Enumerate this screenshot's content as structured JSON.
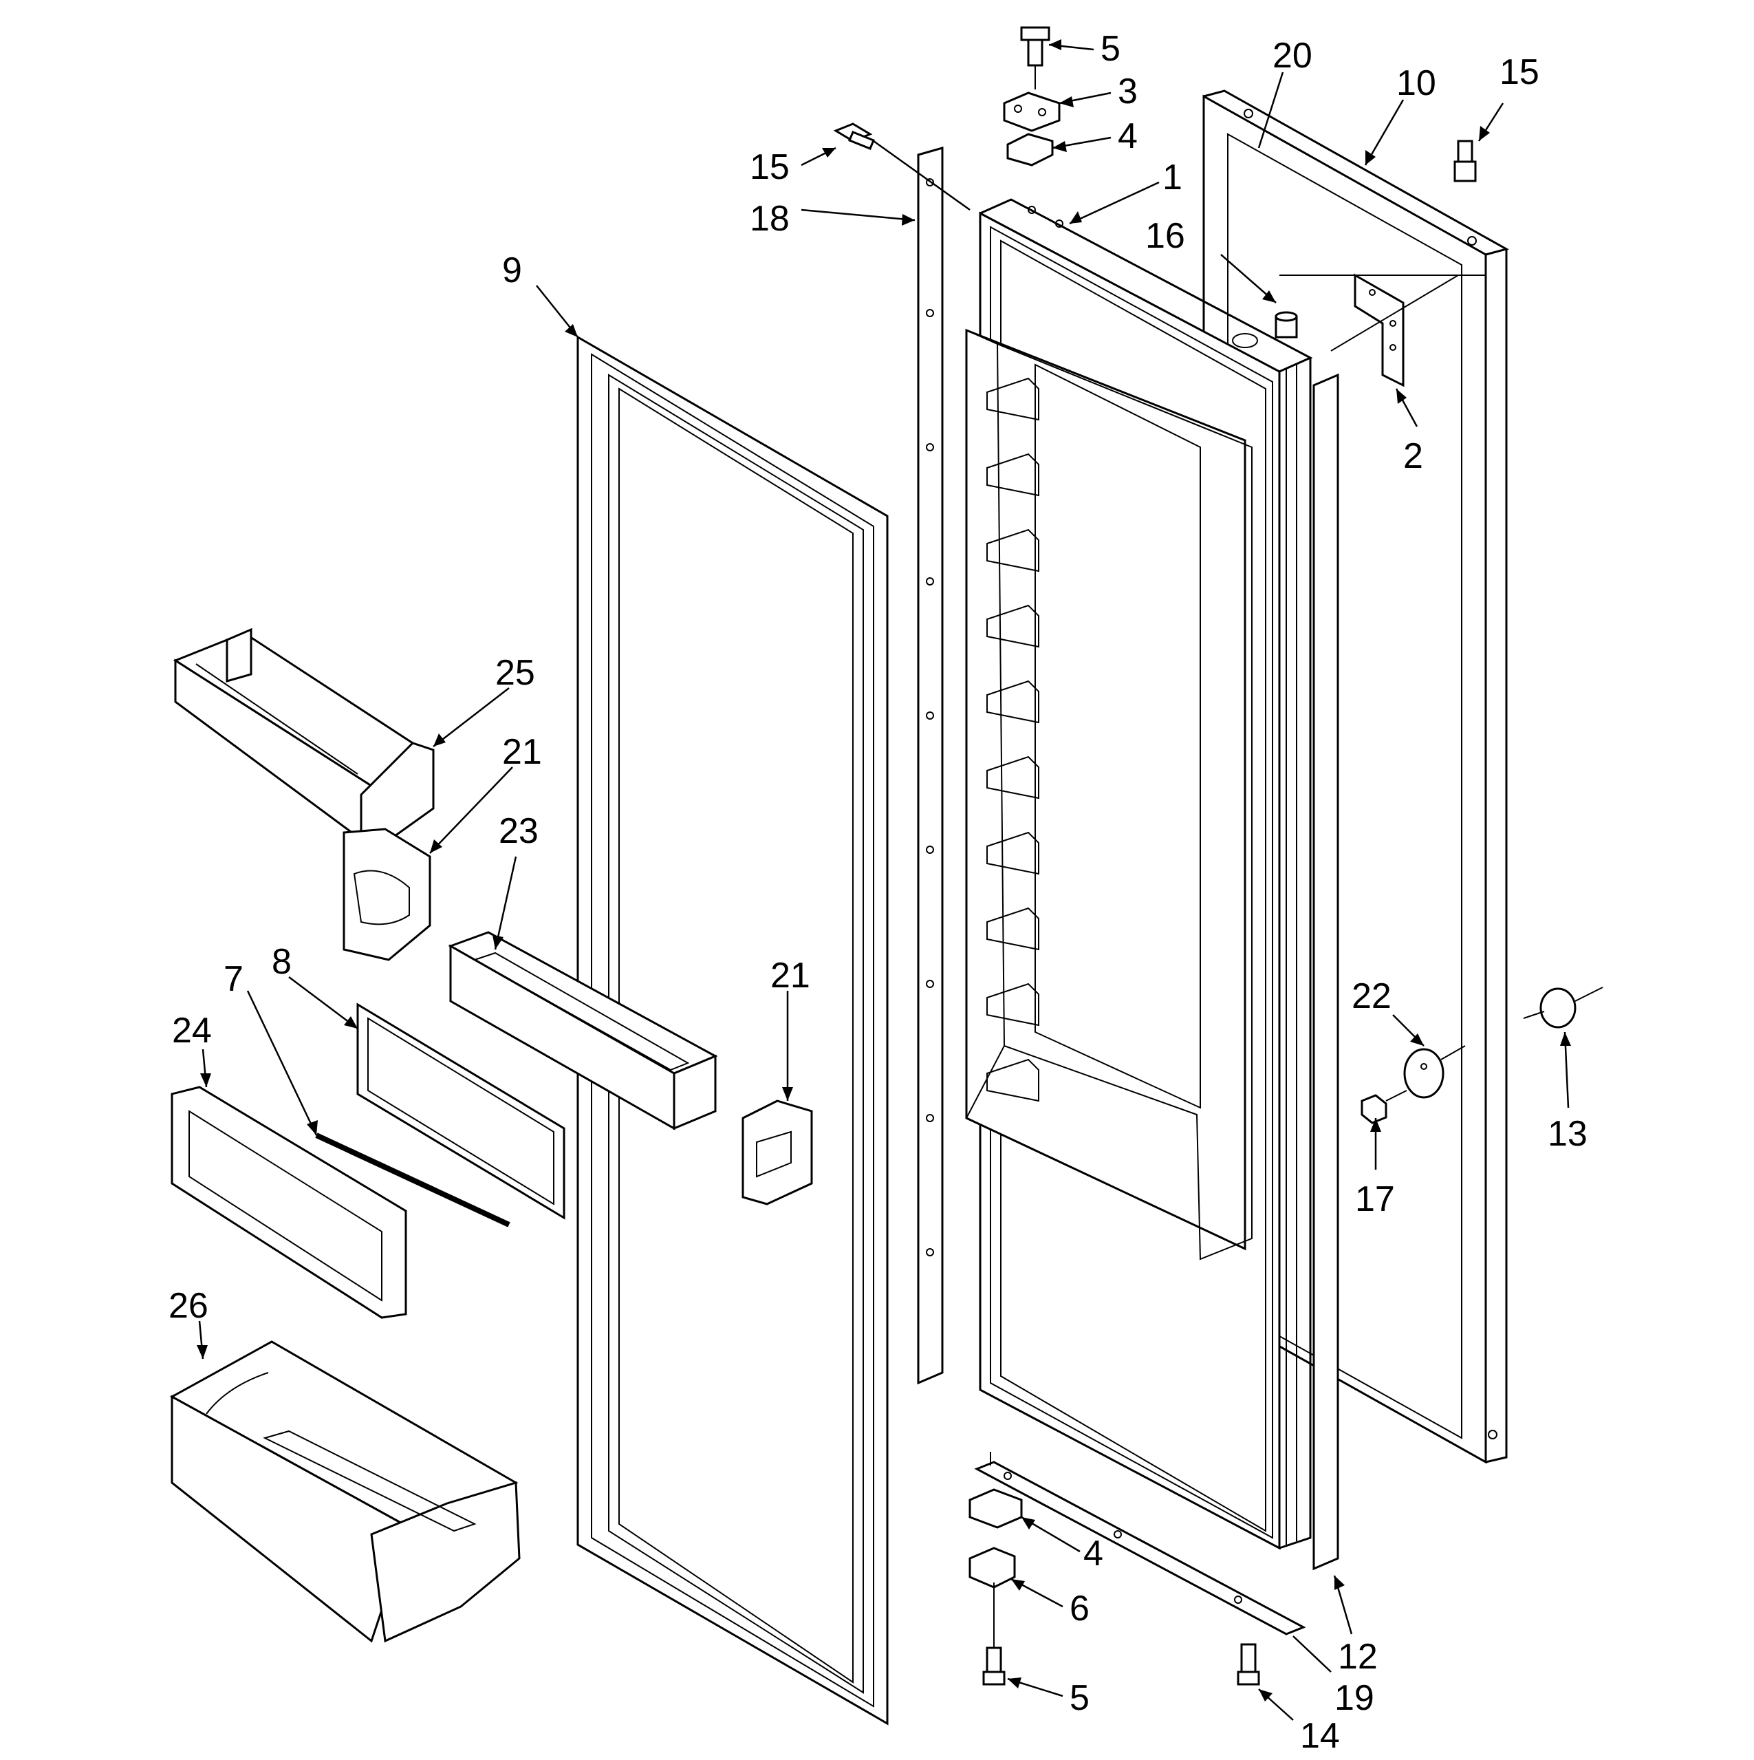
{
  "callouts": [
    {
      "id": "c5-top",
      "label": "5"
    },
    {
      "id": "c20",
      "label": "20"
    },
    {
      "id": "c10",
      "label": "10"
    },
    {
      "id": "c15-right",
      "label": "15"
    },
    {
      "id": "c3",
      "label": "3"
    },
    {
      "id": "c4-top",
      "label": "4"
    },
    {
      "id": "c15-left",
      "label": "15"
    },
    {
      "id": "c1",
      "label": "1"
    },
    {
      "id": "c18",
      "label": "18"
    },
    {
      "id": "c16",
      "label": "16"
    },
    {
      "id": "c9",
      "label": "9"
    },
    {
      "id": "c2",
      "label": "2"
    },
    {
      "id": "c25",
      "label": "25"
    },
    {
      "id": "c21-left",
      "label": "21"
    },
    {
      "id": "c23",
      "label": "23"
    },
    {
      "id": "c8",
      "label": "8"
    },
    {
      "id": "c7",
      "label": "7"
    },
    {
      "id": "c24",
      "label": "24"
    },
    {
      "id": "c21-right",
      "label": "21"
    },
    {
      "id": "c22",
      "label": "22"
    },
    {
      "id": "c13",
      "label": "13"
    },
    {
      "id": "c17",
      "label": "17"
    },
    {
      "id": "c26",
      "label": "26"
    },
    {
      "id": "c4-bottom",
      "label": "4"
    },
    {
      "id": "c6",
      "label": "6"
    },
    {
      "id": "c12",
      "label": "12"
    },
    {
      "id": "c5-bottom",
      "label": "5"
    },
    {
      "id": "c19",
      "label": "19"
    },
    {
      "id": "c14",
      "label": "14"
    }
  ]
}
